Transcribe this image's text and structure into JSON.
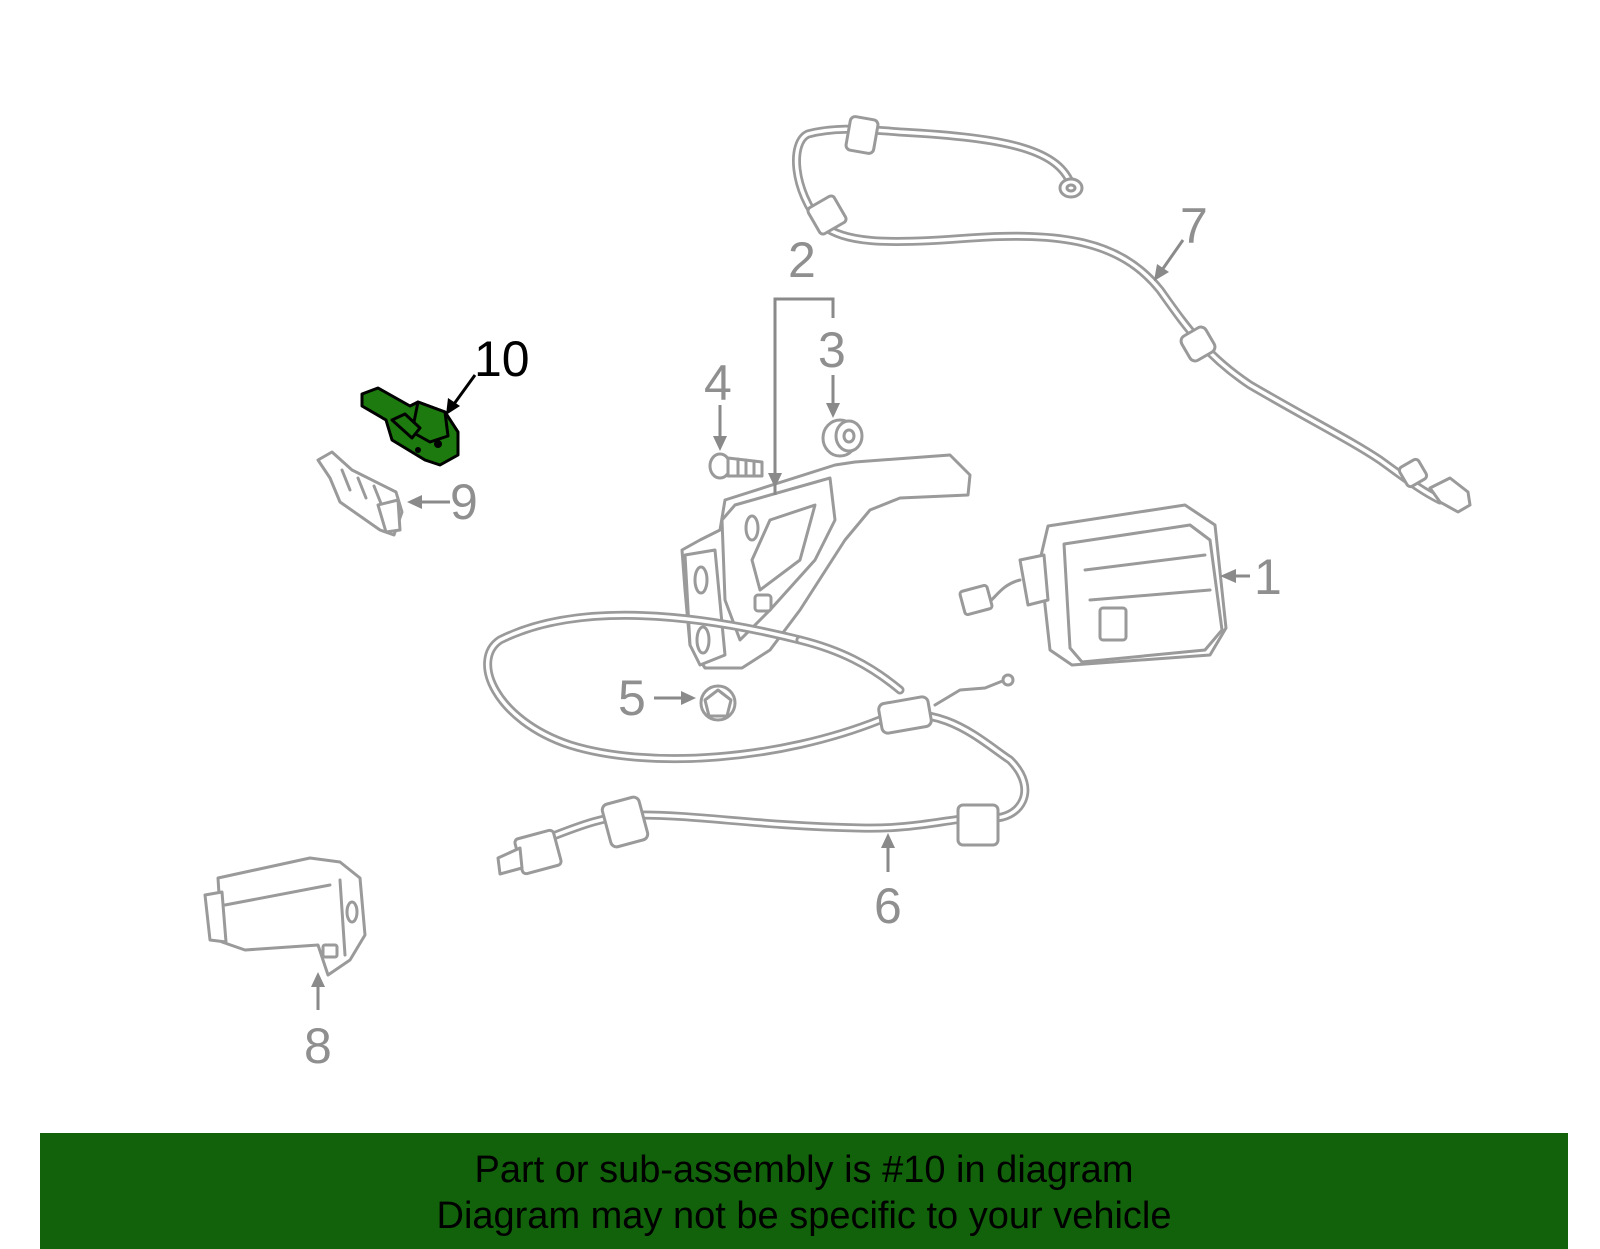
{
  "diagram": {
    "callouts": [
      "1",
      "2",
      "3",
      "4",
      "5",
      "6",
      "7",
      "8",
      "9",
      "10"
    ],
    "highlighted_callout": "10",
    "colors": {
      "highlight_part": "#1d7a0e",
      "banner_background": "#12620b",
      "line_art": "#9a9a9a"
    }
  },
  "banner": {
    "line1": "Part or sub-assembly is #10 in diagram",
    "line2": "Diagram may not be specific to your vehicle"
  }
}
